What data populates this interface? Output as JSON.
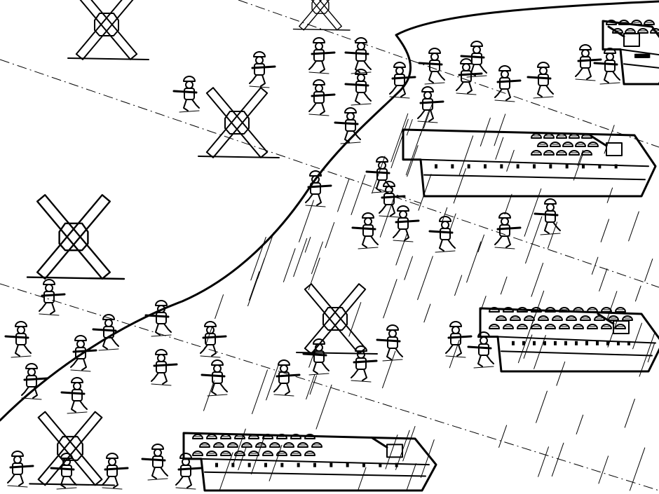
{
  "scene": {
    "background": "#ffffff",
    "ink": "#000000",
    "elements": [
      "beach-shoreline",
      "czech-hedgehog-obstacle",
      "landing-craft",
      "soldier",
      "gun-turret-icon"
    ]
  }
}
